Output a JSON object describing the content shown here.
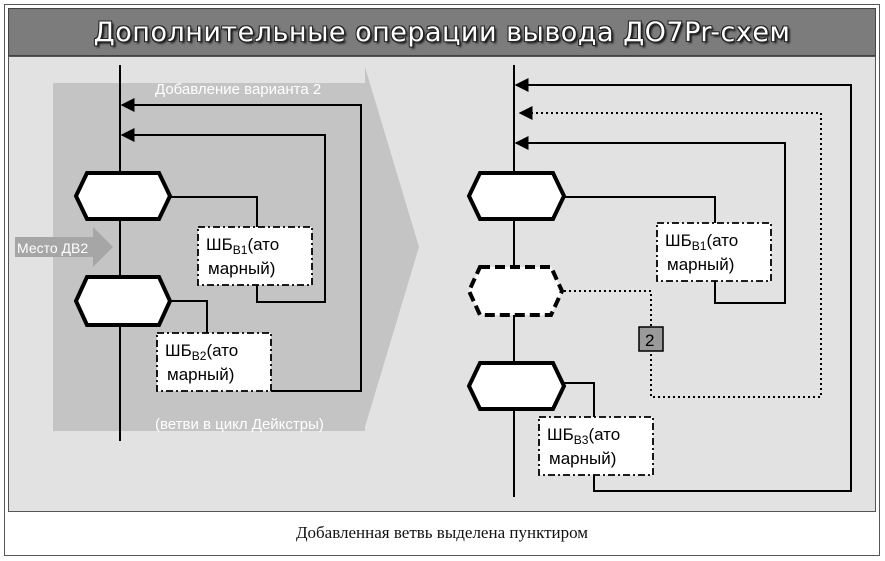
{
  "title": "Дополнительные операции вывода ДО7Pr-схем",
  "caption": "Добавленная ветвь выделена пунктиром",
  "left_panel": {
    "header_label": "Добавление варианта 2",
    "footer_label": "(ветви в цикл Дейкстры)",
    "arrow_label": "Место ДВ2",
    "box1": {
      "main": "ШБ",
      "sub": "В1",
      "line1_tail": "(ато",
      "line2": "марный)"
    },
    "box2": {
      "main": "ШБ",
      "sub": "В2",
      "line1_tail": "(ато",
      "line2": "марный)"
    }
  },
  "right_panel": {
    "badge": "2",
    "box1": {
      "main": "ШБ",
      "sub": "В1",
      "line1_tail": "(ато",
      "line2": "марный)"
    },
    "box3": {
      "main": "ШБ",
      "sub": "В3",
      "line1_tail": "(ато",
      "line2": "марный)"
    }
  },
  "colors": {
    "title_bg": "#7c7c7c",
    "canvas_bg": "#e2e2e2",
    "shadow_arrow": "#c4c4c4",
    "line": "#000000"
  }
}
